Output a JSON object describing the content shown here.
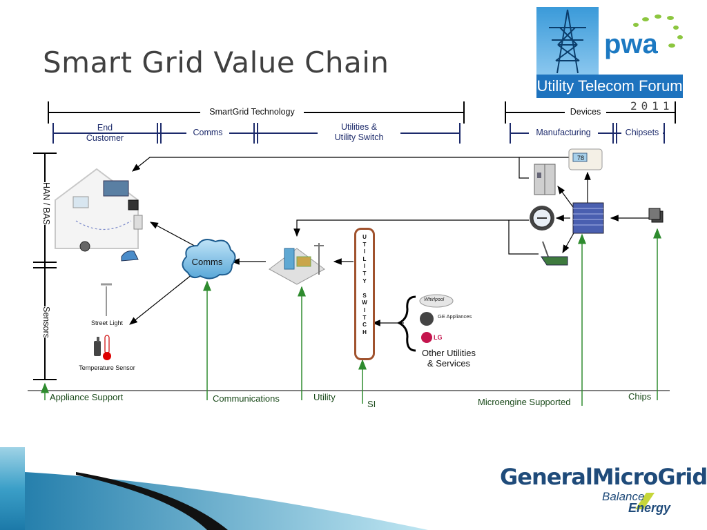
{
  "slide": {
    "title": "Smart Grid Value Chain"
  },
  "pwa_logo": {
    "name": "pwa",
    "band": "Utility Telecom Forum",
    "year": "2011"
  },
  "header": {
    "smartgrid_tech": "SmartGrid Technology",
    "end_customer_1": "End",
    "end_customer_2": "Customer",
    "comms": "Comms",
    "utilities_1": "Utilities &",
    "utilities_2": "Utility Switch",
    "devices": "Devices",
    "manufacturing": "Manufacturing",
    "chipsets": "Chipsets"
  },
  "side": {
    "han_bas": "HAN / BAS",
    "sensors": "Sensors"
  },
  "nodes": {
    "comms_cloud": "Comms",
    "street_light": "Street Light",
    "temp_sensor": "Temperature Sensor",
    "thermostat": "78",
    "utility_switch_letters": [
      "U",
      "T",
      "I",
      "L",
      "I",
      "T",
      "Y",
      "",
      "S",
      "W",
      "I",
      "T",
      "C",
      "H"
    ],
    "brands": [
      "Whirlpool",
      "GE Appliances",
      "LG"
    ],
    "other_utilities_1": "Other Utilities",
    "other_utilities_2": "& Services"
  },
  "bottom_labels": {
    "appliance_support": "Appliance Support",
    "communications": "Communications",
    "utility": "Utility",
    "si": "SI",
    "microengine": "Microengine Supported",
    "chips": "Chips"
  },
  "footer_logo": {
    "name": "GeneralMicroGrids",
    "tag1": "Balance",
    "tag2": "Energy"
  },
  "colors": {
    "accent_navy": "#1c2a6b",
    "green_line": "#2e8b2e",
    "switch_border": "#a0522d",
    "pwa_blue": "#1e73be"
  }
}
